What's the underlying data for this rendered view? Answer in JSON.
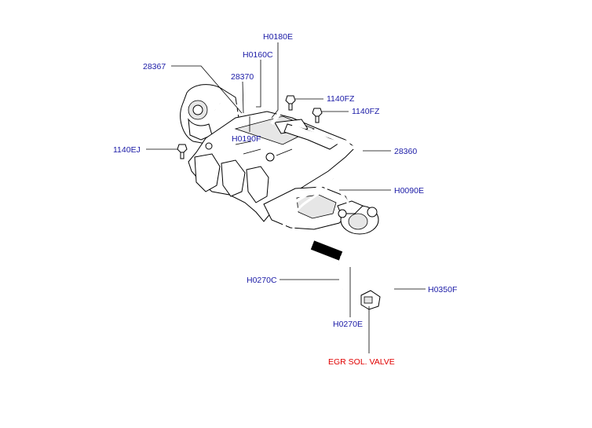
{
  "colors": {
    "label": "#1a1aa6",
    "highlight": "#e00000",
    "line": "#000000"
  },
  "labels": {
    "l28367": "28367",
    "l28370": "28370",
    "lH0160C": "H0160C",
    "lH0180E": "H0180E",
    "l1140FZ_a": "1140FZ",
    "l1140FZ_b": "1140FZ",
    "lH0190F": "H0190F",
    "l1140EJ": "1140EJ",
    "l28360": "28360",
    "lH0090E": "H0090E",
    "lH0270C": "H0270C",
    "lH0350F": "H0350F",
    "lH0270E": "H0270E",
    "egr": "EGR SOL. VALVE"
  },
  "icons": [
    "bolt-icon",
    "intake-manifold",
    "vacuum-hose",
    "egr-solenoid-valve"
  ]
}
